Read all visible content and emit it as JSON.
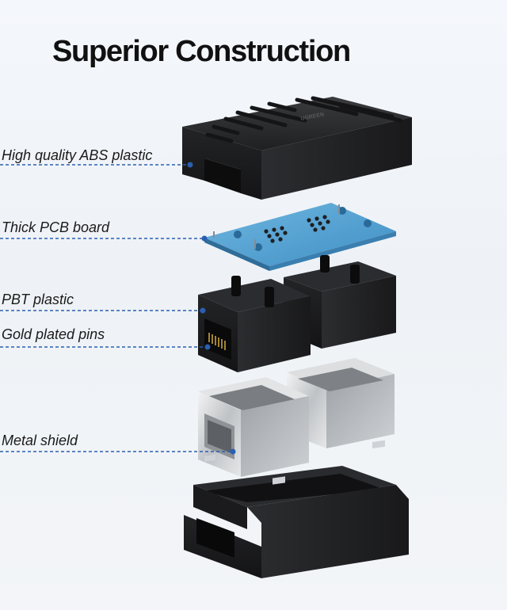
{
  "title": "Superior Construction",
  "callouts": [
    {
      "label": "High quality ABS plastic"
    },
    {
      "label": "Thick PCB board"
    },
    {
      "label": "PBT plastic"
    },
    {
      "label": "Gold plated pins"
    },
    {
      "label": "Metal shield"
    }
  ],
  "brand_mark": "UGREEN",
  "colors": {
    "callout_line": "#2a5fb0",
    "housing": "#1c1c1e",
    "pcb": "#4d9fd4",
    "shield": "#d8dadc"
  }
}
